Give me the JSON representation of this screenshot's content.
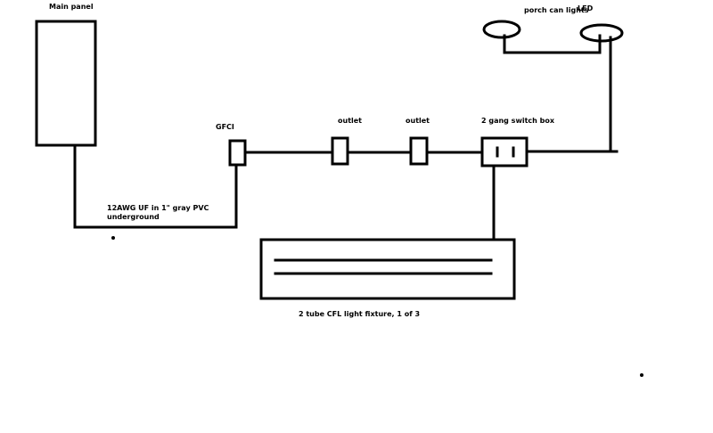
{
  "colors": {
    "ink": "#000000",
    "background": "#ffffff"
  },
  "labels": {
    "main_panel": "Main panel",
    "gfci": "GFCI",
    "outlet_1": "outlet",
    "outlet_2": "outlet",
    "switch_box": "2 gang switch box",
    "porch_lights": "porch can lights",
    "led": "LED",
    "wire_line1": "12AWG UF in 1\" gray PVC",
    "wire_line2": "underground",
    "fixture": "2 tube CFL light fixture, 1 of 3"
  }
}
